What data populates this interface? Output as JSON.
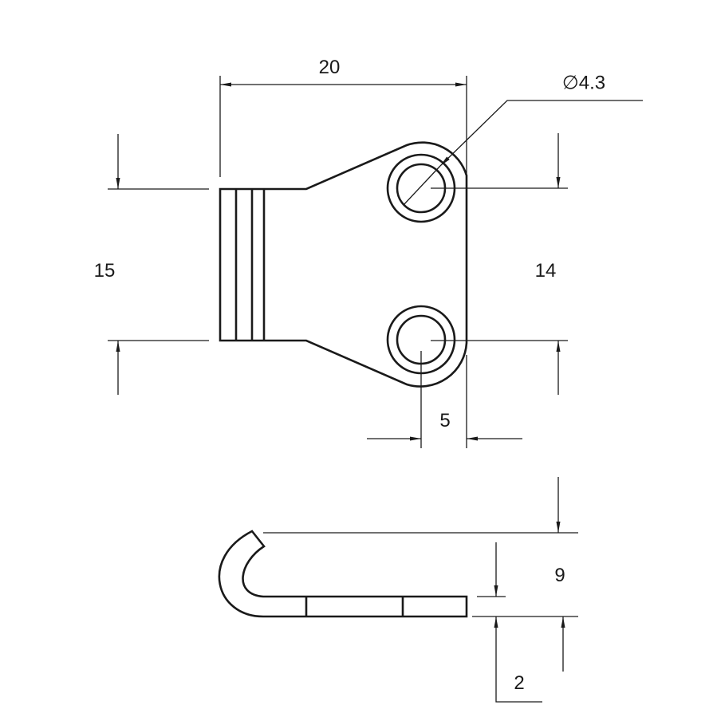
{
  "drawing": {
    "front_view": {
      "width_dim": "20",
      "height_left_dim": "15",
      "hole_spacing_dim": "14",
      "hole_edge_dim": "5",
      "hole_diameter_dim": "∅4.3"
    },
    "side_view": {
      "height_dim": "9",
      "thickness_dim": "2"
    }
  }
}
